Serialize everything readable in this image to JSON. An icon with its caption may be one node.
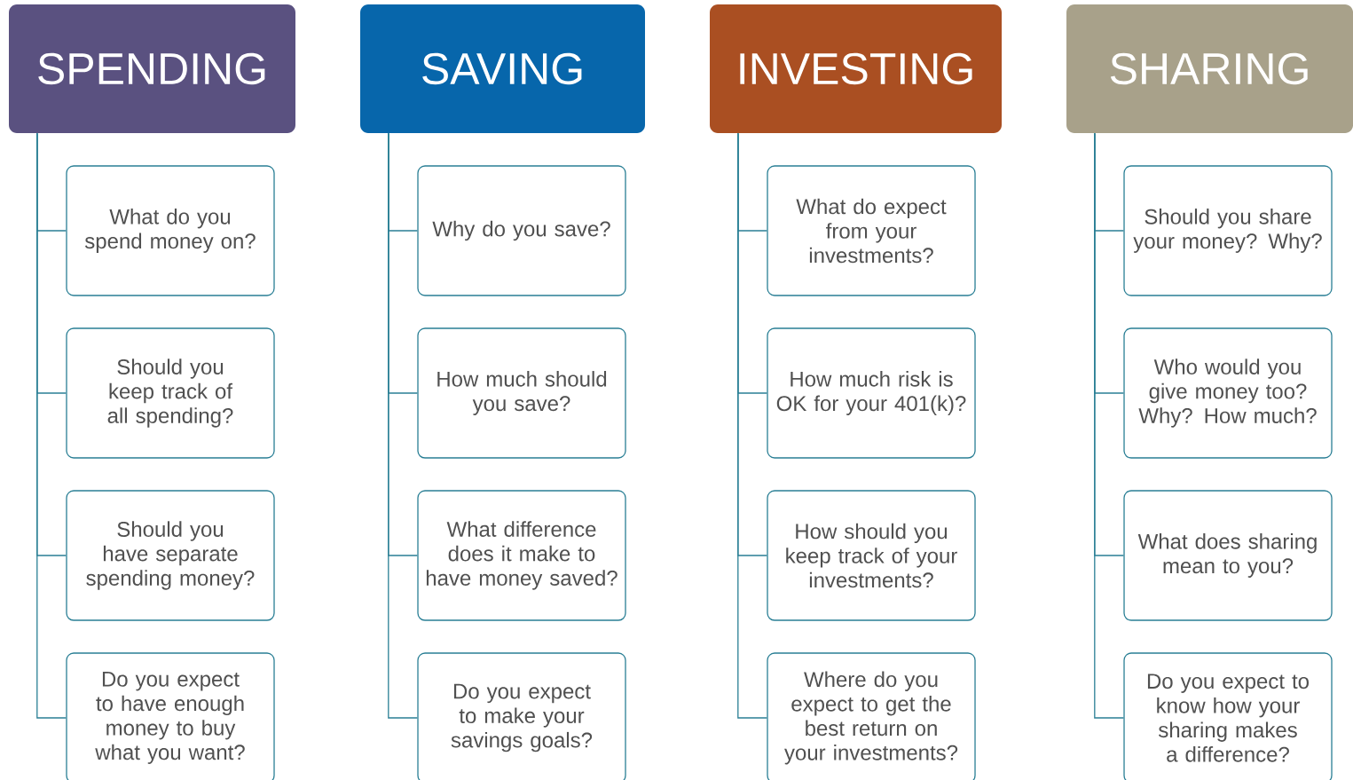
{
  "diagram": {
    "nodes": [
      {
        "text": [
          "SPENDING"
        ]
      },
      {
        "text": [
          "What do you spend money on?"
        ]
      },
      {
        "text": [
          "Should you keep track of all spending?"
        ]
      },
      {
        "text": [
          "Should you have separate spending money?"
        ]
      },
      {
        "text": [
          "Do you expect to have enough money to buy what you want?"
        ]
      },
      {
        "text": [
          "SAVING"
        ]
      },
      {
        "text": [
          "Why do you save?"
        ]
      },
      {
        "text": [
          "How much should you save?"
        ]
      },
      {
        "text": [
          "What difference does it make to have money saved?"
        ]
      },
      {
        "text": [
          "Do you expect to make your savings goals?"
        ]
      },
      {
        "text": [
          "INVESTING"
        ]
      },
      {
        "text": [
          "What do expect from your investments?"
        ]
      },
      {
        "text": [
          "How much risk is OK for your 401(k)?"
        ]
      },
      {
        "text": [
          "How should you keep track of your investments?"
        ]
      },
      {
        "text": [
          "Where do you expect to get the best return on your investments?"
        ]
      },
      {
        "text": [
          "SHARING"
        ]
      },
      {
        "text": [
          "Should you share your money? Why?"
        ]
      },
      {
        "text": [
          "Who would you give money too? Why? How much?"
        ]
      },
      {
        "text": [
          "What does sharing mean to you?"
        ]
      },
      {
        "text": [
          "Do you expect to know how your sharing makes a difference?"
        ]
      }
    ],
    "edges": [
      {
        "from": 0,
        "to": 1,
        "arrow": "none"
      },
      {
        "from": 0,
        "to": 2,
        "arrow": "none"
      },
      {
        "from": 0,
        "to": 3,
        "arrow": "none"
      },
      {
        "from": 0,
        "to": 4,
        "arrow": "none"
      },
      {
        "from": 5,
        "to": 6,
        "arrow": "none"
      },
      {
        "from": 5,
        "to": 7,
        "arrow": "none"
      },
      {
        "from": 5,
        "to": 8,
        "arrow": "none"
      },
      {
        "from": 5,
        "to": 9,
        "arrow": "none"
      },
      {
        "from": 10,
        "to": 11,
        "arrow": "none"
      },
      {
        "from": 10,
        "to": 12,
        "arrow": "none"
      },
      {
        "from": 10,
        "to": 13,
        "arrow": "none"
      },
      {
        "from": 10,
        "to": 14,
        "arrow": "none"
      },
      {
        "from": 15,
        "to": 16,
        "arrow": "none"
      },
      {
        "from": 15,
        "to": 17,
        "arrow": "none"
      },
      {
        "from": 15,
        "to": 18,
        "arrow": "none"
      },
      {
        "from": 15,
        "to": 19,
        "arrow": "none"
      }
    ]
  }
}
